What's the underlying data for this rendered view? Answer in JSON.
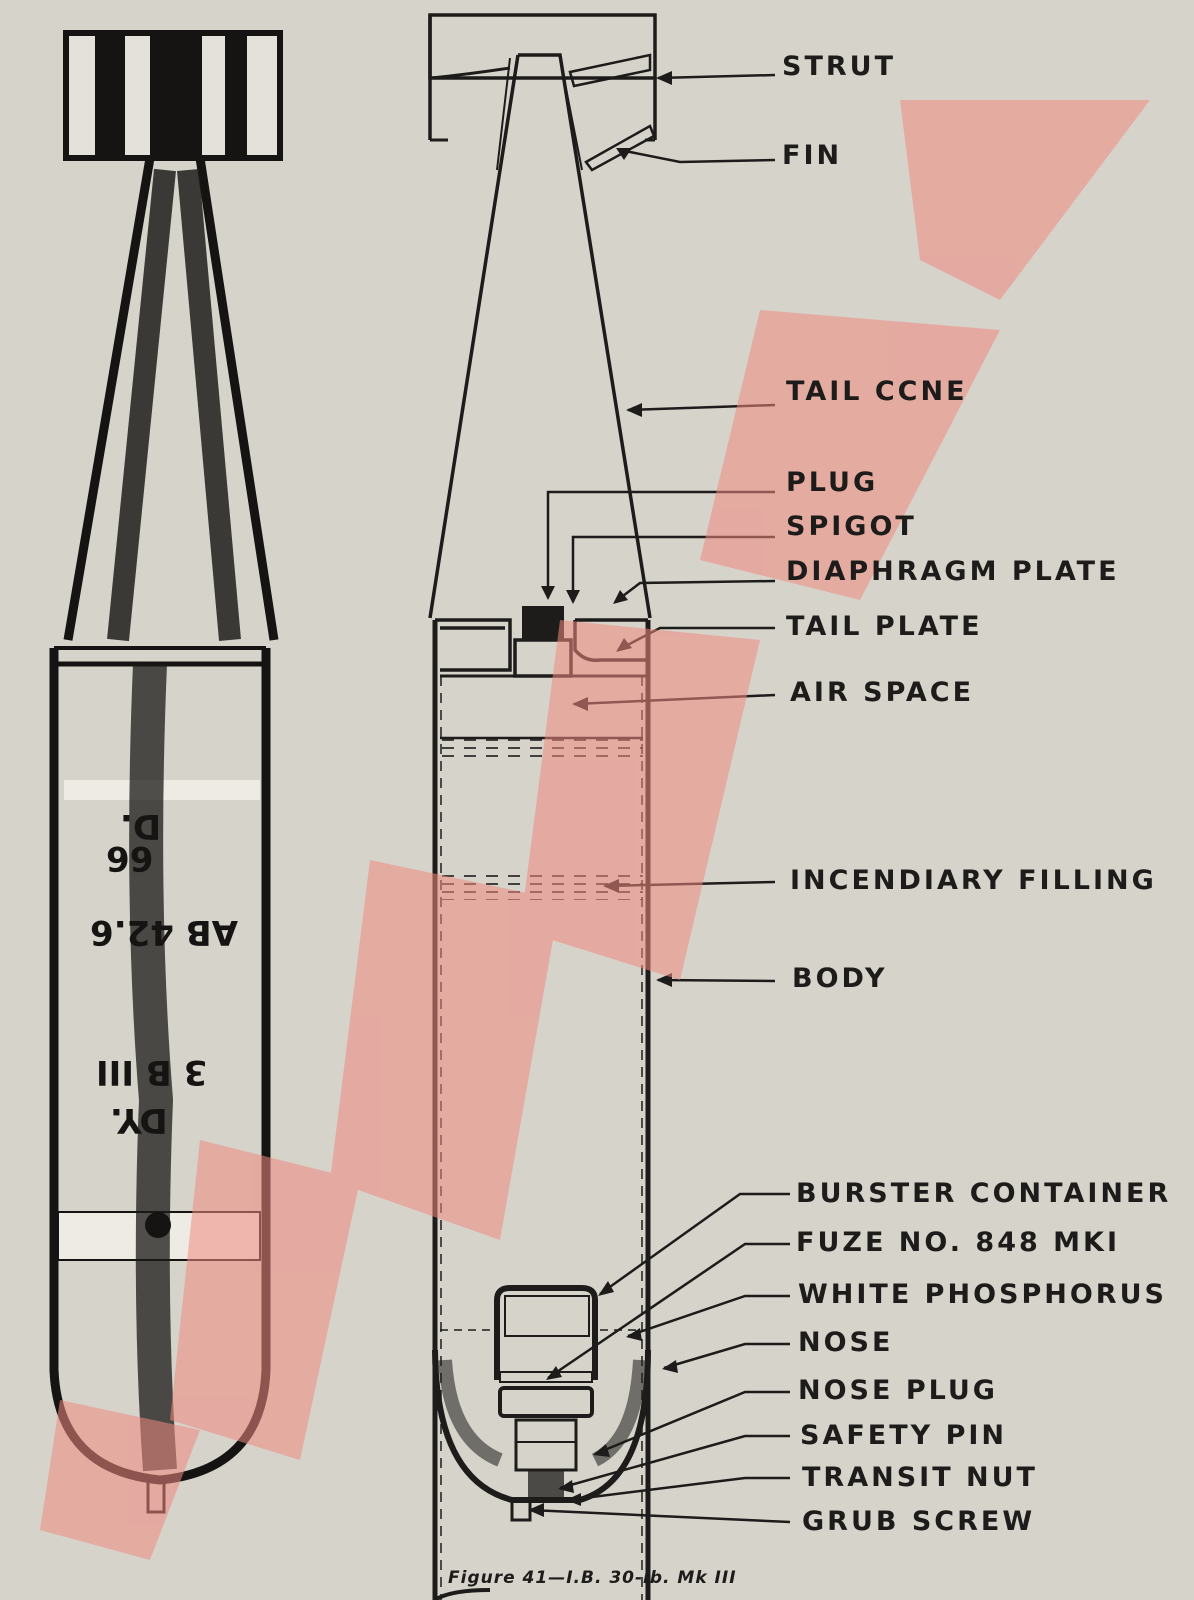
{
  "labels": {
    "strut": "STRUT",
    "fin": "FIN",
    "tail_cone": "TAIL CCNE",
    "plug": "PLUG",
    "spigot": "SPIGOT",
    "diaphragm_plate": "DIAPHRAGM PLATE",
    "tail_plate": "TAIL PLATE",
    "air_space": "AIR SPACE",
    "incendiary_filling": "INCENDIARY FILLING",
    "body": "BODY",
    "burster_container": "BURSTER CONTAINER",
    "fuze": "FUZE NO. 848 MKI",
    "white_phosphorus": "WHITE PHOSPHORUS",
    "nose": "NOSE",
    "nose_plug": "NOSE PLUG",
    "safety_pin": "SAFETY PIN",
    "transit_nut": "TRANSIT NUT",
    "grub_screw": "GRUB SCREW"
  },
  "stencil": {
    "line1": "D.",
    "line2": "66",
    "line3": "AB 42.6",
    "line4": "3 B III",
    "line5": "DY."
  },
  "caption": "Figure 41—I.B. 30-lb. Mk III",
  "colors": {
    "paper": "#d6d3cb",
    "ink": "#1d1c1a",
    "watermark": "#f08a80"
  }
}
